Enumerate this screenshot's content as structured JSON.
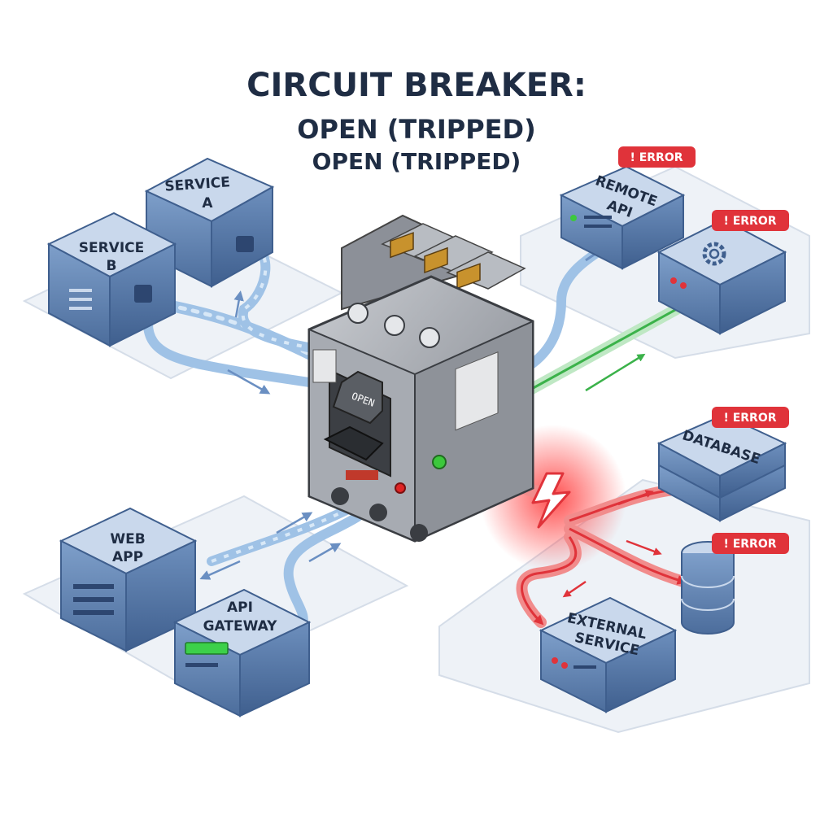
{
  "title": {
    "line1": "CIRCUIT BREAKER:",
    "line2": "OPEN (TRIPPED)",
    "line3": "OPEN (TRIPPED)"
  },
  "breaker": {
    "switch_label": "OPEN",
    "led_color": "#3cc83c",
    "status_led_color": "#e02424"
  },
  "nodes": {
    "service_a": {
      "line1": "SERVICE",
      "line2": "A"
    },
    "service_b": {
      "line1": "SERVICE",
      "line2": "B"
    },
    "web_app": {
      "line1": "WEB",
      "line2": "APP"
    },
    "api_gateway": {
      "line1": "API",
      "line2": "GATEWAY"
    },
    "remote_api": {
      "line1": "REMOTE",
      "line2": "API"
    },
    "database": {
      "line1": "DATABASE"
    },
    "external_service": {
      "line1": "EXTERNAL",
      "line2": "SERVICE"
    }
  },
  "badges": {
    "error_label": "! ERROR"
  },
  "icons": {
    "gear": "gear-icon",
    "database": "database-icon",
    "lightning": "lightning-icon"
  },
  "colors": {
    "node_fill": "#5a7fb0",
    "node_top": "#c9d8ec",
    "pipe": "#9fc2e6",
    "error_red": "#e0333a",
    "green_flow": "#3bb24a",
    "platform": "#eef2f7"
  }
}
